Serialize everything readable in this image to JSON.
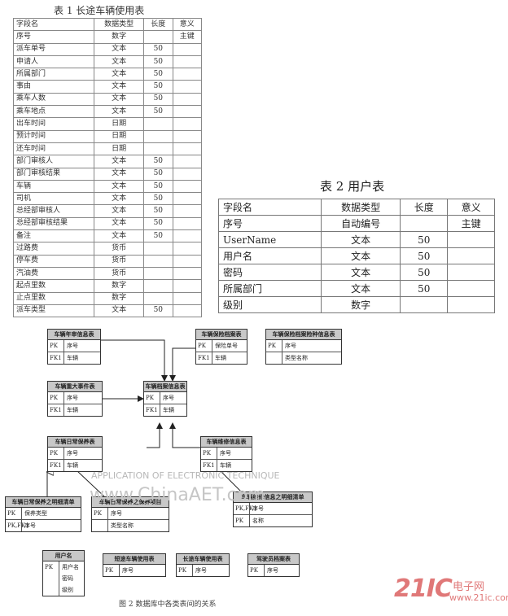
{
  "table1": {
    "caption": "表 1 长途车辆使用表",
    "headers": [
      "字段名",
      "数据类型",
      "长度",
      "意义"
    ],
    "rows": [
      [
        "序号",
        "数字",
        "",
        "主键"
      ],
      [
        "派车单号",
        "文本",
        "50",
        ""
      ],
      [
        "申请人",
        "文本",
        "50",
        ""
      ],
      [
        "所属部门",
        "文本",
        "50",
        ""
      ],
      [
        "事由",
        "文本",
        "50",
        ""
      ],
      [
        "乘车人数",
        "文本",
        "50",
        ""
      ],
      [
        "乘车地点",
        "文本",
        "50",
        ""
      ],
      [
        "出车时间",
        "日期",
        "",
        ""
      ],
      [
        "预计时间",
        "日期",
        "",
        ""
      ],
      [
        "还车时间",
        "日期",
        "",
        ""
      ],
      [
        "部门审核人",
        "文本",
        "50",
        ""
      ],
      [
        "部门审核结果",
        "文本",
        "50",
        ""
      ],
      [
        "车辆",
        "文本",
        "50",
        ""
      ],
      [
        "司机",
        "文本",
        "50",
        ""
      ],
      [
        "总经部审核人",
        "文本",
        "50",
        ""
      ],
      [
        "总经部审核结果",
        "文本",
        "50",
        ""
      ],
      [
        "备注",
        "文本",
        "50",
        ""
      ],
      [
        "过路费",
        "货币",
        "",
        ""
      ],
      [
        "停车费",
        "货币",
        "",
        ""
      ],
      [
        "汽油费",
        "货币",
        "",
        ""
      ],
      [
        "起点里数",
        "数字",
        "",
        ""
      ],
      [
        "止点里数",
        "数字",
        "",
        ""
      ],
      [
        "派车类型",
        "文本",
        "50",
        ""
      ]
    ]
  },
  "table2": {
    "caption": "表 2 用户表",
    "headers": [
      "字段名",
      "数据类型",
      "长度",
      "意义"
    ],
    "rows": [
      [
        "序号",
        "自动编号",
        "",
        "主键"
      ],
      [
        "UserName",
        "文本",
        "50",
        ""
      ],
      [
        "用户名",
        "文本",
        "50",
        ""
      ],
      [
        "密码",
        "文本",
        "50",
        ""
      ],
      [
        "所属部门",
        "文本",
        "50",
        ""
      ],
      [
        "级别",
        "数字",
        "",
        ""
      ]
    ]
  },
  "erd": {
    "caption": "图 2 数据库中各类表间的关系",
    "entities": {
      "car_info": {
        "title": "车辆年审信息表",
        "rows": [
          [
            "PK",
            "序号"
          ],
          [
            "FK1",
            "车辆"
          ]
        ]
      },
      "insurance": {
        "title": "车辆保险档案表",
        "rows": [
          [
            "PK",
            "保险单号"
          ],
          [
            "FK1",
            "车辆"
          ]
        ]
      },
      "insurance_items": {
        "title": "车辆保险档案险种信息表",
        "rows": [
          [
            "PK",
            "序号"
          ],
          [
            "",
            "类型名称"
          ]
        ]
      },
      "accident": {
        "title": "车辆重大事件表",
        "rows": [
          [
            "PK",
            "序号"
          ],
          [
            "FK1",
            "车辆"
          ]
        ]
      },
      "base": {
        "title": "车辆档案信息表",
        "rows": [
          [
            "PK",
            "序号"
          ],
          [
            "FK1",
            "车辆"
          ]
        ]
      },
      "daily_maint": {
        "title": "车辆日常保养表",
        "rows": [
          [
            "PK",
            "序号"
          ],
          [
            "FK1",
            "车辆"
          ]
        ]
      },
      "repair": {
        "title": "车辆维修信息表",
        "rows": [
          [
            "PK",
            "序号"
          ],
          [
            "FK1",
            "车辆"
          ]
        ]
      },
      "daily_detail": {
        "title": "车辆日常保养之明细清单",
        "rows": [
          [
            "PK",
            "保养类型"
          ],
          [
            "PK,FK1",
            "序号"
          ]
        ]
      },
      "maint_types": {
        "title": "车辆日常保养之保养项目",
        "rows": [
          [
            "PK",
            "序号"
          ],
          [
            "",
            "类型名称"
          ]
        ]
      },
      "repair_detail": {
        "title": "车辆维修信息之明细清单",
        "rows": [
          [
            "PK,FK1",
            "序号"
          ],
          [
            "PK",
            "名称"
          ]
        ]
      },
      "user": {
        "title": "用户名",
        "rows": [
          [
            "PK",
            "用户名"
          ],
          [
            "",
            "密码"
          ],
          [
            "",
            "级别"
          ]
        ]
      },
      "short_use": {
        "title": "短途车辆使用表",
        "rows": [
          [
            "PK",
            "序号"
          ]
        ]
      },
      "long_use": {
        "title": "长途车辆使用表",
        "rows": [
          [
            "PK",
            "序号"
          ]
        ]
      },
      "driver": {
        "title": "驾驶员档案表",
        "rows": [
          [
            "PK",
            "序号"
          ]
        ]
      }
    }
  },
  "watermark": {
    "line1": "APPLICATION OF ELECTRONIC TECHNIQUE",
    "line2": "www.ChinaAET.com"
  },
  "logo": {
    "big": "21IC",
    "small1": "电子网",
    "small2": "www.21ic.com"
  },
  "colors": {
    "header_fill": "#c8c8c8",
    "logo": "#e07878",
    "watermark": "#b8b8b8"
  }
}
